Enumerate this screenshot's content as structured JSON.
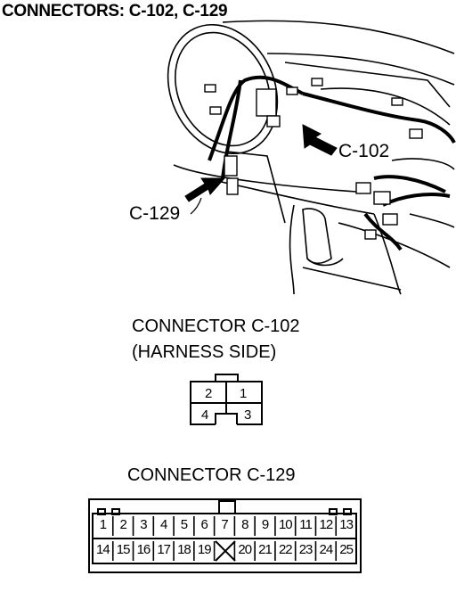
{
  "title": "CONNECTORS: C-102, C-129",
  "illustration": {
    "callout_c102": "C-102",
    "callout_c129": "C-129"
  },
  "connector_c102": {
    "heading": "CONNECTOR C-102",
    "subheading": "(HARNESS SIDE)",
    "pins": [
      "2",
      "1",
      "4",
      "3"
    ]
  },
  "connector_c129": {
    "heading": "CONNECTOR C-129",
    "top_row": [
      "1",
      "2",
      "3",
      "4",
      "5",
      "6",
      "7",
      "8",
      "9",
      "10",
      "11",
      "12",
      "13"
    ],
    "bottom_row": [
      "14",
      "15",
      "16",
      "17",
      "18",
      "19",
      "",
      "20",
      "21",
      "22",
      "23",
      "24",
      "25"
    ]
  }
}
